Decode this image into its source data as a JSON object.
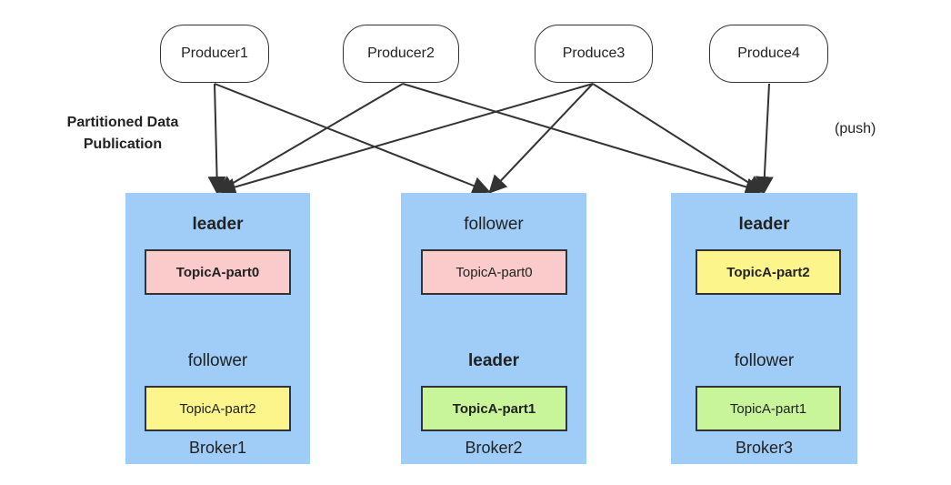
{
  "producers": [
    {
      "label": "Producer1"
    },
    {
      "label": "Producer2"
    },
    {
      "label": "Produce3"
    },
    {
      "label": "Produce4"
    }
  ],
  "annotation": {
    "line1": "Partitioned Data",
    "line2": "Publication",
    "push": "(push)"
  },
  "brokers": [
    {
      "name": "Broker1",
      "top_role": "leader",
      "top_partition": "TopicA-part0",
      "bottom_role": "follower",
      "bottom_partition": "TopicA-part2"
    },
    {
      "name": "Broker2",
      "top_role": "follower",
      "top_partition": "TopicA-part0",
      "bottom_role": "leader",
      "bottom_partition": "TopicA-part1"
    },
    {
      "name": "Broker3",
      "top_role": "leader",
      "top_partition": "TopicA-part2",
      "bottom_role": "follower",
      "bottom_partition": "TopicA-part1"
    }
  ],
  "colors": {
    "broker_bg": "#9fcdf8",
    "part0": "#fbcaca",
    "part1": "#c8f59a",
    "part2": "#fbf58c"
  }
}
